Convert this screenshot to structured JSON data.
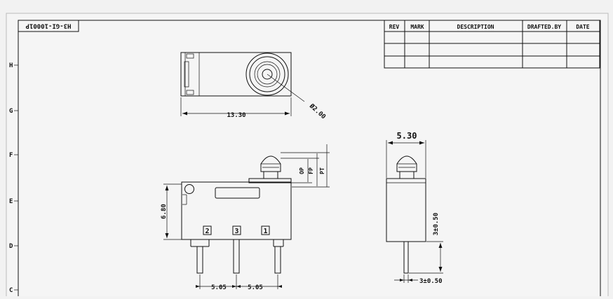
{
  "title_block": {
    "drawing_number": "H3-GI-10001P",
    "headers": [
      "REV",
      "MARK",
      "DESCRIPTION",
      "DRAFTED.BY",
      "DATE"
    ],
    "rows": [
      [
        "",
        "",
        "",
        "",
        ""
      ],
      [
        "",
        "",
        "",
        "",
        ""
      ],
      [
        "",
        "",
        "",
        "",
        ""
      ]
    ]
  },
  "grid_labels": [
    "H",
    "G",
    "F",
    "E",
    "D",
    "C"
  ],
  "dimensions": {
    "top_length": "13.30",
    "top_diameter": "Ø2.00",
    "side_height": "6.80",
    "pin_pitch_left": "5.05",
    "pin_pitch_right": "5.05",
    "end_width": "5.30",
    "pin_length": "3±0.50",
    "pin_thickness": "3±0.50",
    "op": "OP",
    "fp": "FP",
    "pt": "PT"
  },
  "pin_labels": [
    "2",
    "3",
    "1"
  ],
  "colors": {
    "background": "#f2f2f2",
    "ink": "#111111",
    "paper": "#f5f5f5"
  }
}
